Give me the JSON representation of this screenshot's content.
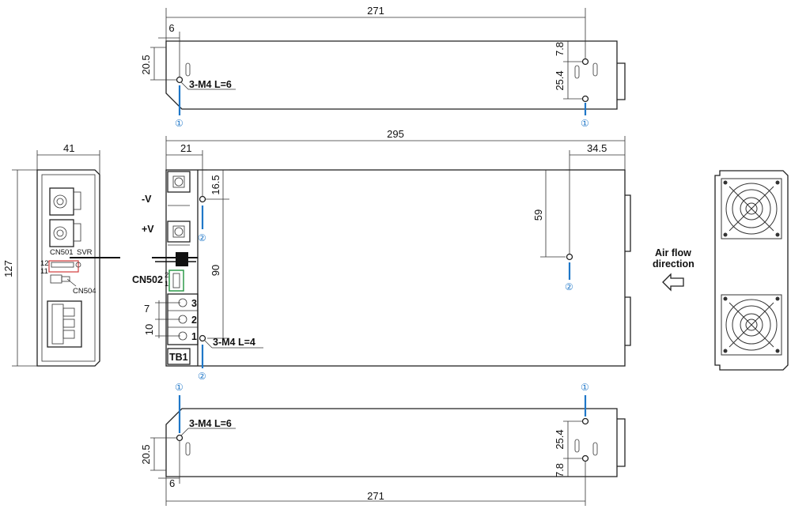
{
  "dimensions": {
    "top_length": "271",
    "top_left_offset": "6",
    "top_left_height": "20.5",
    "top_right_top": "7.8",
    "top_right_span": "25.4",
    "front_length": "295",
    "front_left": "21",
    "front_right": "34.5",
    "front_v1": "16.5",
    "front_v2": "59",
    "front_v3": "90",
    "tb_pitch1": "7",
    "tb_pitch2": "10",
    "side_width": "41",
    "side_height": "127",
    "bottom_length": "271",
    "bottom_left_offset": "6",
    "bottom_left_height": "20.5",
    "bottom_right_span": "25.4",
    "bottom_right_bottom": "7.8"
  },
  "labels": {
    "screw_top": "3-M4  L=6",
    "screw_front": "3-M4  L=4",
    "screw_bottom": "3-M4  L=6",
    "minus_v": "-V",
    "plus_v": "+V",
    "cn501": "CN501",
    "svr": "SVR",
    "cn502": "CN502",
    "cn504": "CN504",
    "tb1": "TB1",
    "tb_1": "1",
    "tb_2": "2",
    "tb_3": "3",
    "pin_12": "12",
    "pin_11": "11",
    "pin_2": "2",
    "pin_1": "1",
    "airflow_1": "Air flow",
    "airflow_2": "direction",
    "marker_1": "①",
    "marker_2": "②"
  },
  "colors": {
    "accent": "#1f77c8",
    "line": "#222222",
    "highlight": "#d23c3c",
    "connector": "#2e9a4a"
  }
}
